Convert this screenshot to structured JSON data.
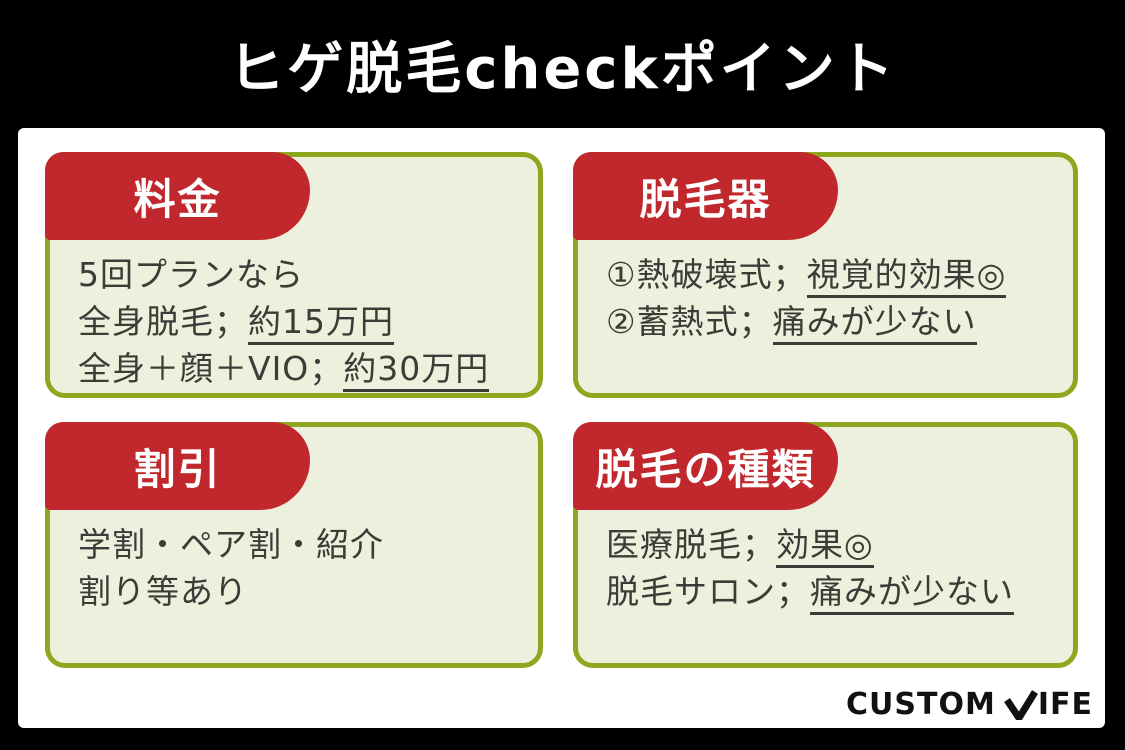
{
  "title": "ヒゲ脱毛checkポイント",
  "colors": {
    "background": "#000000",
    "panel": "#ffffff",
    "badge_red": "#c1282d",
    "card_border_olive": "#8da81f",
    "card_bg_cream": "#eef0de",
    "body_text": "#3b3b37",
    "title_text": "#ffffff",
    "logo_text": "#111111"
  },
  "cards": [
    {
      "badge": "料金",
      "lines": [
        [
          {
            "text": "5回プランなら",
            "underline": false
          }
        ],
        [
          {
            "text": "全身脱毛；",
            "underline": false
          },
          {
            "text": "約15万円",
            "underline": true
          }
        ],
        [
          {
            "text": "全身＋顔＋VIO；",
            "underline": false
          },
          {
            "text": "約30万円",
            "underline": true
          }
        ]
      ]
    },
    {
      "badge": "脱毛器",
      "lines": [
        [
          {
            "text": "①熱破壊式；",
            "underline": false
          },
          {
            "text": "視覚的効果◎",
            "underline": true
          }
        ],
        [
          {
            "text": "②蓄熱式；",
            "underline": false
          },
          {
            "text": "痛みが少ない",
            "underline": true
          }
        ]
      ]
    },
    {
      "badge": "割引",
      "lines": [
        [
          {
            "text": "学割・ペア割・紹介",
            "underline": false
          }
        ],
        [
          {
            "text": "割り等あり",
            "underline": false
          }
        ]
      ]
    },
    {
      "badge": "脱毛の種類",
      "lines": [
        [
          {
            "text": "医療脱毛；",
            "underline": false
          },
          {
            "text": "効果◎",
            "underline": true
          }
        ],
        [
          {
            "text": "脱毛サロン；",
            "underline": false
          },
          {
            "text": "痛みが少ない",
            "underline": true
          }
        ]
      ]
    }
  ],
  "logo": {
    "prefix": "CUSTOM",
    "check_icon": "check-v-icon",
    "suffix": "IFE"
  }
}
